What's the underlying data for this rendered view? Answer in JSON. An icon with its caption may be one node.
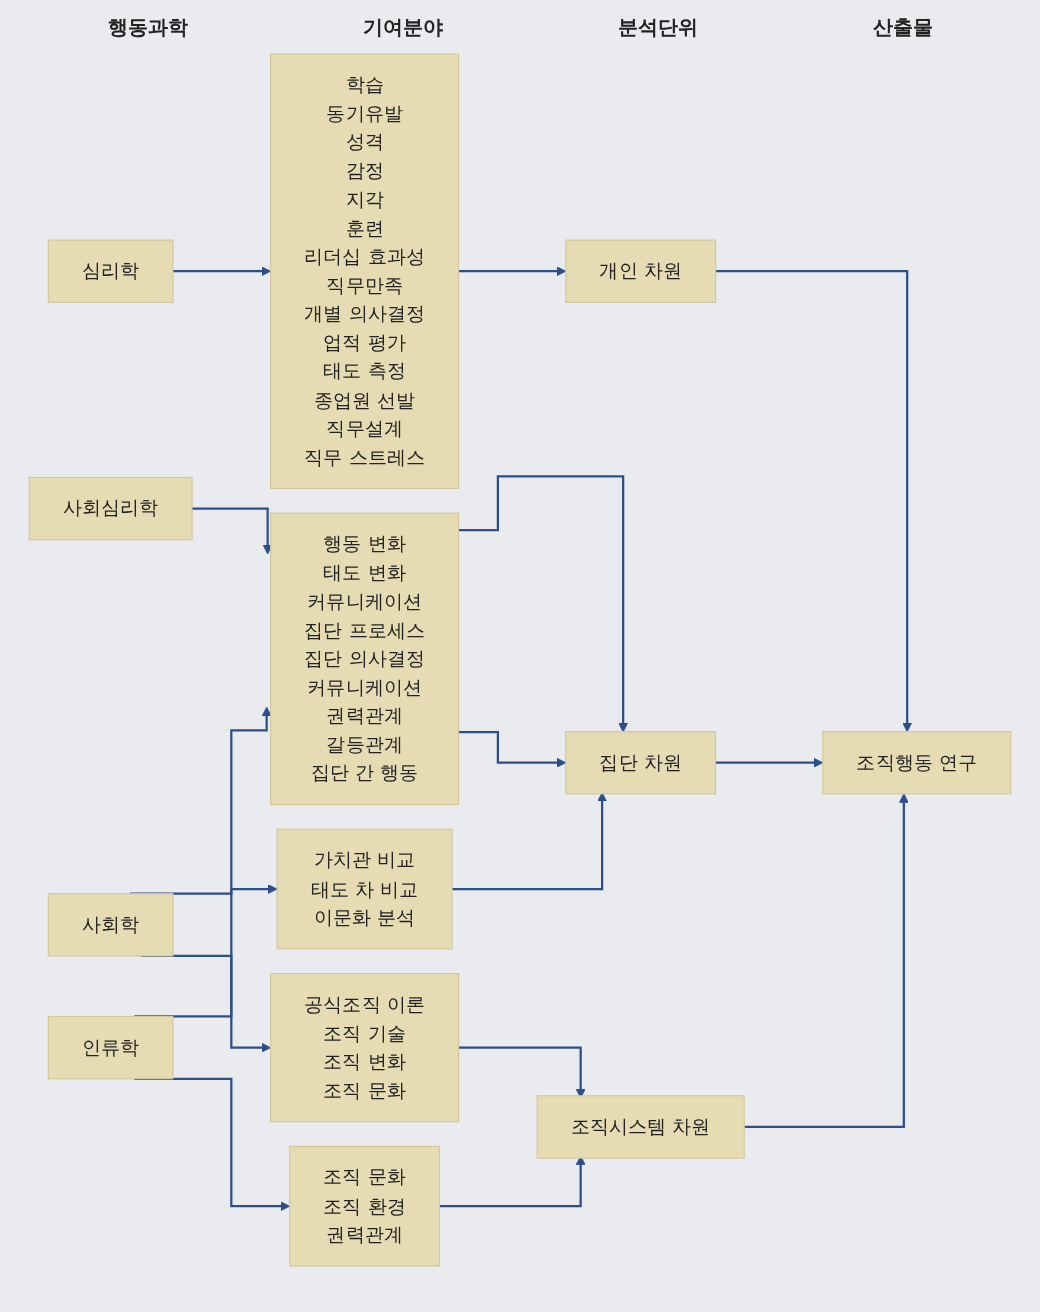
{
  "diagram": {
    "nodes": [
      {
        "text": [
          "심리학"
        ]
      },
      {
        "text": [
          "사회심리학"
        ]
      },
      {
        "text": [
          "사회학"
        ]
      },
      {
        "text": [
          "인류학"
        ]
      },
      {
        "text": [
          "학습",
          "동기유발",
          "성격",
          "감정",
          "지각",
          "훈련",
          "리더십 효과성",
          "직무만족",
          "개별 의사결정",
          "업적 평가",
          "태도 측정",
          "종업원 선발",
          "직무설계",
          "직무 스트레스"
        ]
      },
      {
        "text": [
          "행동 변화",
          "태도 변화",
          "커뮤니케이션",
          "집단 프로세스",
          "집단 의사결정",
          "커뮤니케이션",
          "권력관계",
          "갈등관계",
          "집단 간 행동"
        ]
      },
      {
        "text": [
          "공식조직 이론",
          "조직 기술",
          "조직 변화",
          "조직 문화"
        ]
      },
      {
        "text": [
          "가치관 비교",
          "태도 차 비교",
          "이문화 분석"
        ]
      },
      {
        "text": [
          "조직 문화",
          "조직 환경",
          "권력관계"
        ]
      },
      {
        "text": [
          "개인 차원"
        ]
      },
      {
        "text": [
          "집단 차원"
        ]
      },
      {
        "text": [
          "조직시스템 차원"
        ]
      },
      {
        "text": [
          "조직행동 연구"
        ]
      }
    ],
    "edges": [
      {
        "from": 0,
        "to": 4,
        "arrow": "to"
      },
      {
        "from": 1,
        "to": 5,
        "arrow": "to"
      },
      {
        "from": 2,
        "to": 5,
        "arrow": "to"
      },
      {
        "from": 2,
        "to": 6,
        "arrow": "to"
      },
      {
        "from": 3,
        "to": 7,
        "arrow": "to"
      },
      {
        "from": 3,
        "to": 8,
        "arrow": "to"
      },
      {
        "from": 4,
        "to": 9,
        "arrow": "to"
      },
      {
        "from": 5,
        "to": 10,
        "arrow": "to"
      },
      {
        "from": 5,
        "to": 10,
        "arrow": "to"
      },
      {
        "from": 7,
        "to": 10,
        "arrow": "to"
      },
      {
        "from": 6,
        "to": 11,
        "arrow": "to"
      },
      {
        "from": 8,
        "to": 11,
        "arrow": "to"
      },
      {
        "from": 9,
        "to": 12,
        "arrow": "to"
      },
      {
        "from": 10,
        "to": 12,
        "arrow": "to"
      },
      {
        "from": 11,
        "to": 12,
        "arrow": "to"
      }
    ],
    "labels": [
      "행동과학",
      "기여분야",
      "분석단위",
      "산출물"
    ]
  }
}
